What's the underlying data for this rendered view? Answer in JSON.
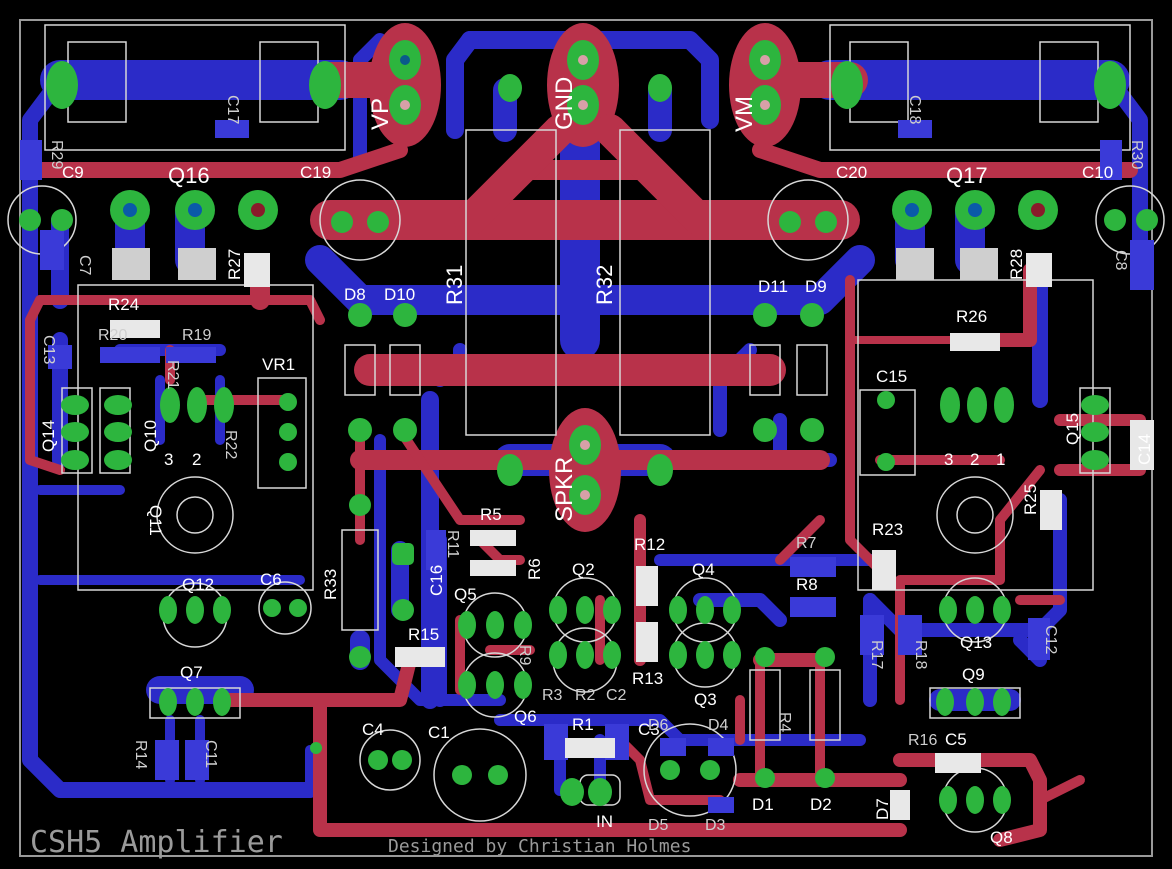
{
  "board": {
    "title": "CSH5 Amplifier",
    "credit": "Designed by Christian Holmes"
  },
  "connectors": {
    "vp": "VP",
    "gnd": "GND",
    "vm": "VM",
    "spkr": "SPKR",
    "in": "IN"
  },
  "labels": {
    "q16": "Q16",
    "q17": "Q17",
    "c9": "C9",
    "c10": "C10",
    "c19": "C19",
    "c20": "C20",
    "r31": "R31",
    "r32": "R32",
    "r27": "R27",
    "r28": "R28",
    "r24": "R24",
    "r26": "R26",
    "r23": "R23",
    "r25": "R25",
    "d8": "D8",
    "d10": "D10",
    "d11": "D11",
    "d9": "D9",
    "vr1": "VR1",
    "c15": "C15",
    "q14": "Q14",
    "q10": "Q10",
    "q11": "Q11",
    "q15": "Q15",
    "c14": "C14",
    "r5": "R5",
    "r6": "R6",
    "r12": "R12",
    "r13": "R13",
    "q2": "Q2",
    "q4": "Q4",
    "q5": "Q5",
    "q3": "Q3",
    "q6": "Q6",
    "r8": "R8",
    "r7": "R7",
    "r33": "R33",
    "c16": "C16",
    "r11": "R11",
    "q12": "Q12",
    "c6": "C6",
    "r15": "R15",
    "q7": "Q7",
    "c4": "C4",
    "c1": "C1",
    "r1": "R1",
    "c3": "C3",
    "d1": "D1",
    "d2": "D2",
    "d4": "D4",
    "d5": "D5",
    "d3": "D3",
    "d6": "D6",
    "d7": "D7",
    "q13": "Q13",
    "q9": "Q9",
    "q8": "Q8",
    "c5": "C5",
    "r17": "R17",
    "r18": "R18",
    "c12": "C12",
    "r14": "R14",
    "c11": "C11",
    "r9": "R9",
    "c2": "C2",
    "r3": "R3",
    "r4": "R4",
    "r2": "R2",
    "r19": "R19",
    "r20": "R20",
    "r21": "R21",
    "r22": "R22",
    "c13": "C13",
    "c17": "C17",
    "c18": "C18",
    "r29": "R29",
    "r30": "R30",
    "c7": "C7",
    "c8": "C8",
    "pin3": "3",
    "pin2": "2",
    "pin1": "1",
    "r16": "R16",
    "c15b": "C15"
  },
  "colors": {
    "background": "#000000",
    "top_copper": "#b8324a",
    "bottom_copper": "#2b2bc8",
    "pad": "#2db53e",
    "silkscreen": "#ffffff",
    "outline": "#9a9a9a"
  }
}
